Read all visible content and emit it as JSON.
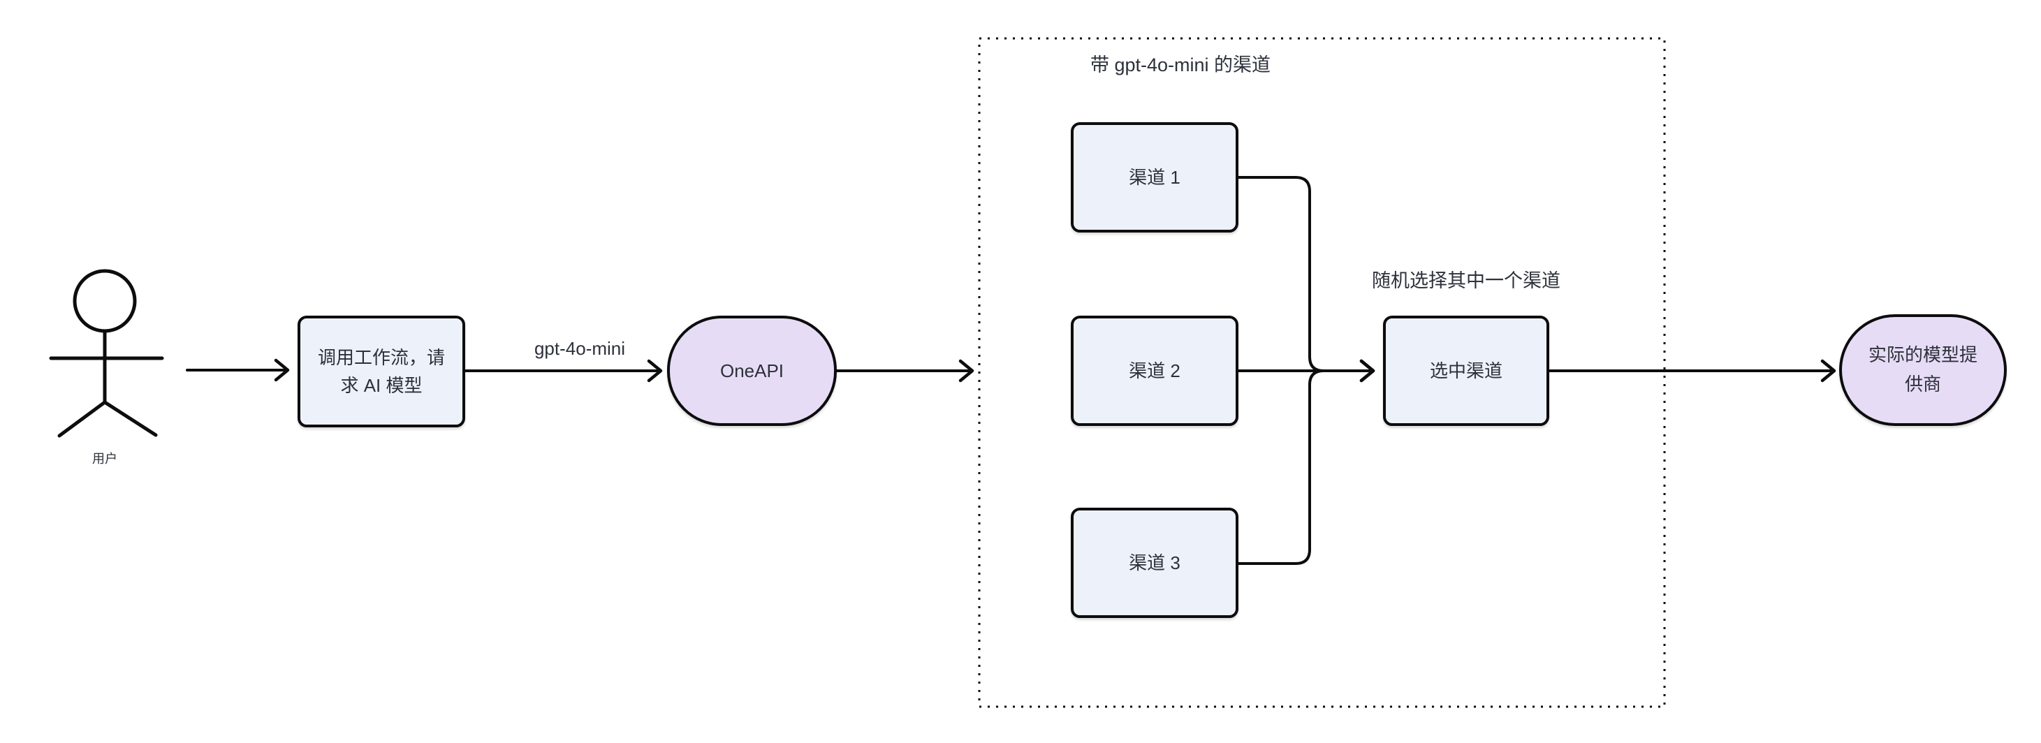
{
  "diagram": {
    "background": "#ffffff",
    "colors": {
      "node_fill": "#edf1f9",
      "stadium_fill": "#e7dcf6",
      "stroke": "#0d0d0d",
      "text": "#2d313a"
    },
    "actor": {
      "label": "用户"
    },
    "nodes": {
      "workflow": {
        "lines": [
          "调用工作流，请",
          "求 AI 模型"
        ]
      },
      "oneapi": {
        "label": "OneAPI"
      },
      "channel1": {
        "label": "渠道 1"
      },
      "channel2": {
        "label": "渠道 2"
      },
      "channel3": {
        "label": "渠道 3"
      },
      "selected": {
        "label": "选中渠道"
      },
      "provider": {
        "lines": [
          "实际的模型提",
          "供商"
        ]
      }
    },
    "edge_labels": {
      "model": "gpt-4o-mini"
    },
    "subgraph": {
      "title": "带 gpt-4o-mini 的渠道",
      "note": "随机选择其中一个渠道"
    }
  }
}
